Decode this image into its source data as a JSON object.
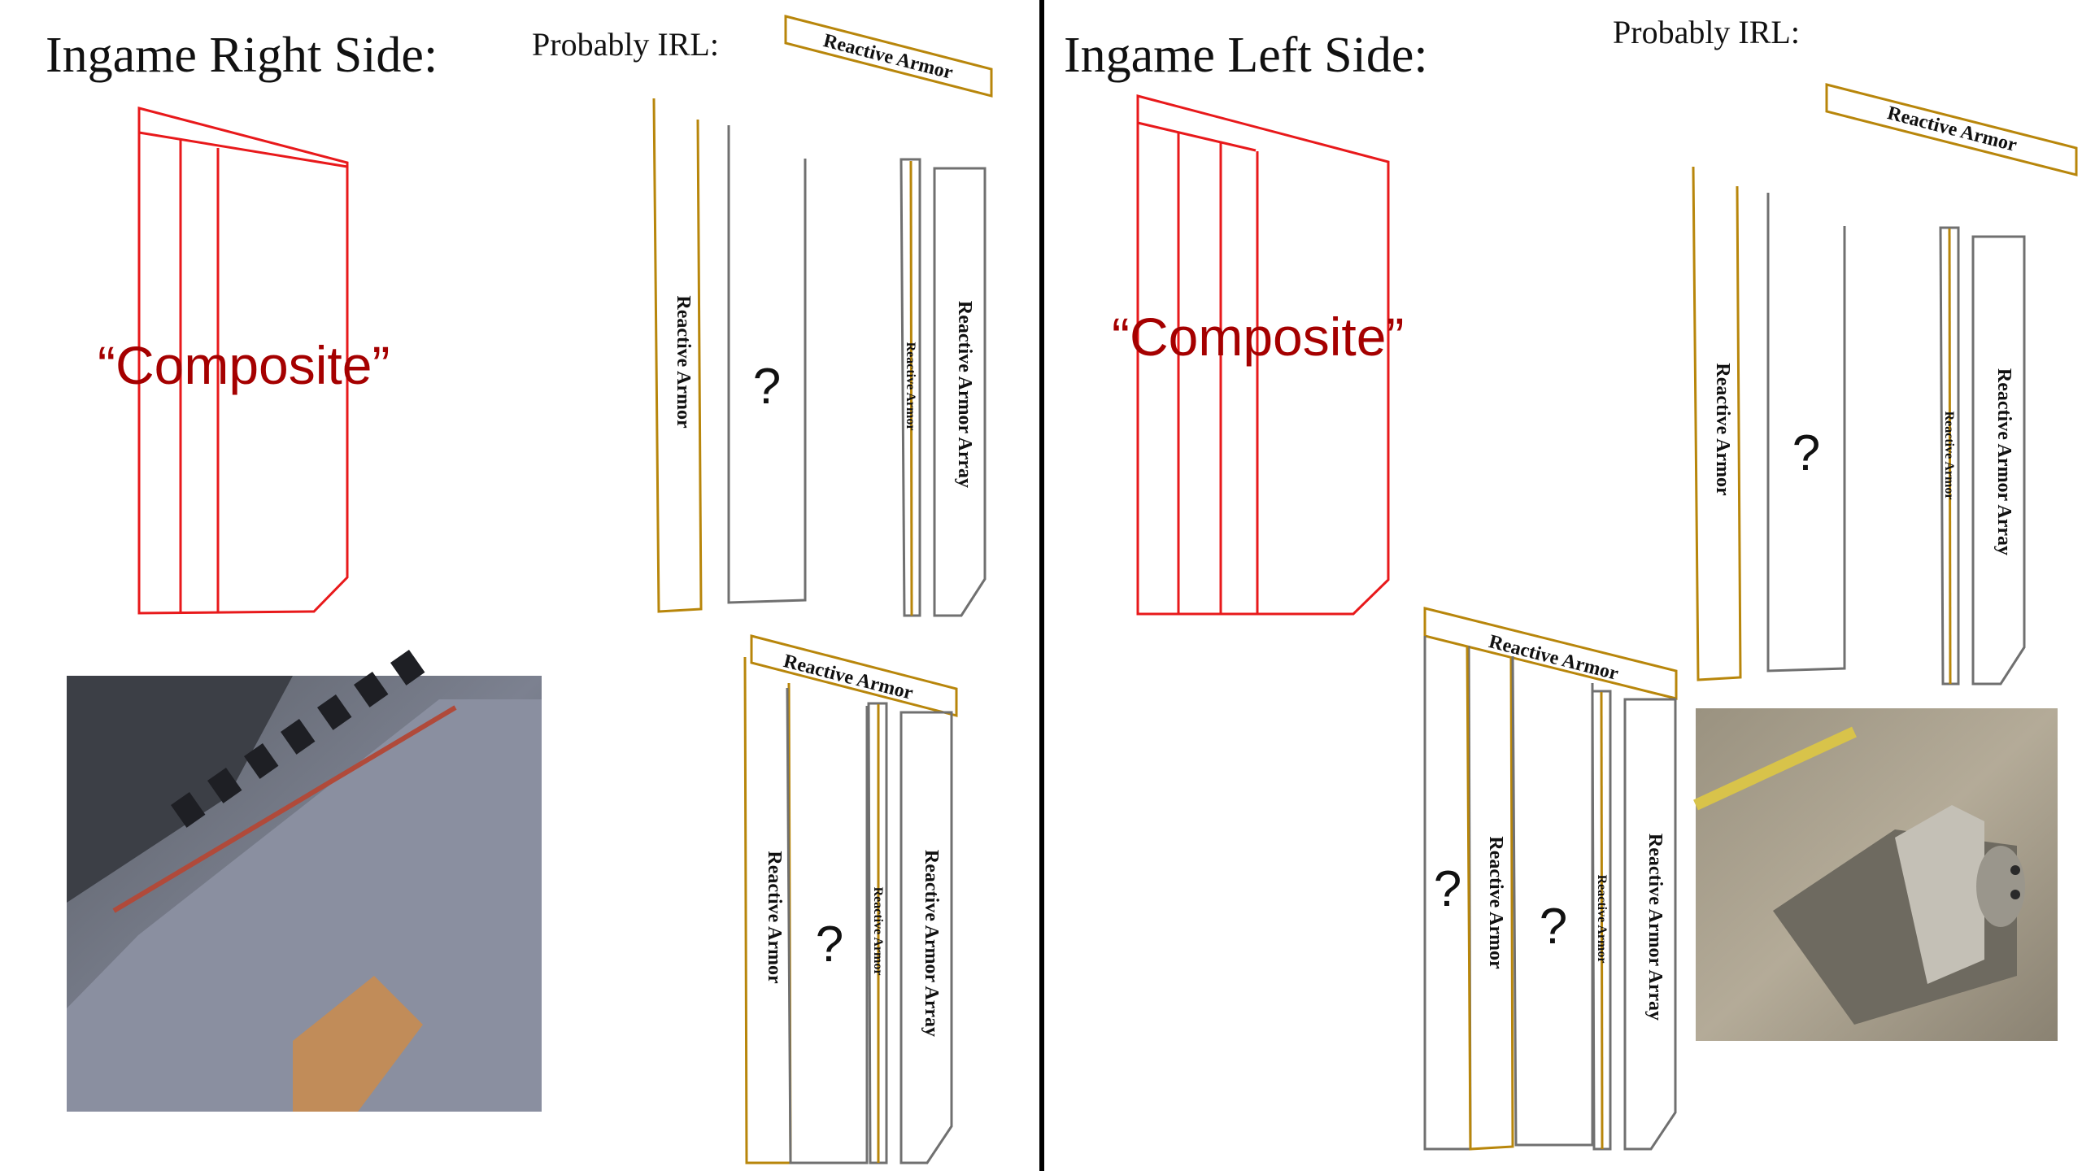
{
  "colors": {
    "composite_red": "#e8191b",
    "composite_text": "#a50000",
    "reactive_gold": "#b8860b",
    "plate_gray": "#707070",
    "divider": "#000000"
  },
  "right_side": {
    "title": "Ingame Right Side:",
    "irl_label": "Probably IRL:",
    "composite_label": "“Composite”",
    "top_diagram": {
      "top_plate": "Reactive Armor",
      "left_plate": "Reactive Armor",
      "middle": "?",
      "thin_plate": "Reactive Armor",
      "array": "Reactive Armor Array"
    },
    "bottom_diagram": {
      "top_plate": "Reactive Armor",
      "left_plate": "Reactive Armor",
      "middle": "?",
      "thin_plate": "Reactive Armor",
      "array": "Reactive Armor Array"
    }
  },
  "left_side": {
    "title": "Ingame Left Side:",
    "irl_label": "Probably IRL:",
    "composite_label": "“Composite”",
    "top_diagram": {
      "top_plate": "Reactive Armor",
      "left_plate": "Reactive Armor",
      "middle": "?",
      "thin_plate": "Reactive Armor",
      "array": "Reactive Armor Array"
    },
    "bottom_diagram": {
      "top_plate": "Reactive Armor",
      "outer": "?",
      "left_plate": "Reactive Armor",
      "middle": "?",
      "thin_plate": "Reactive Armor",
      "array": "Reactive Armor Array"
    }
  }
}
